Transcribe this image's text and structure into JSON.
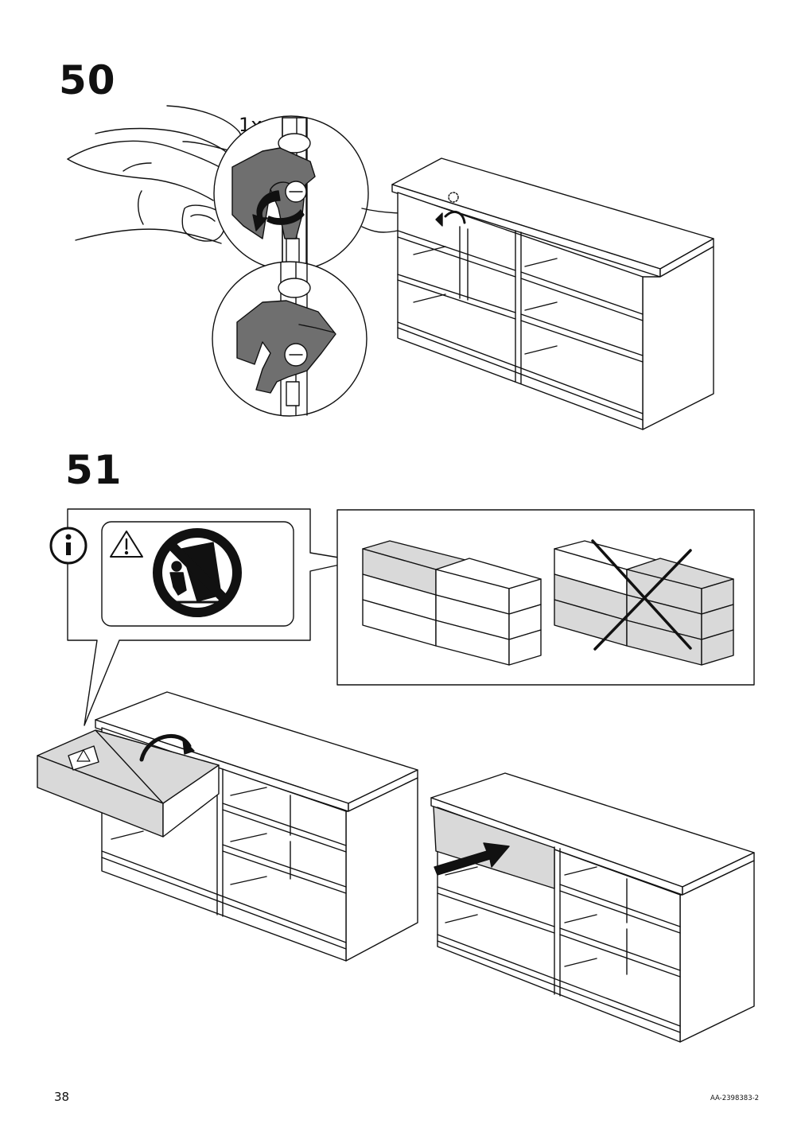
{
  "steps": [
    {
      "number": "50",
      "quantity": "1x"
    },
    {
      "number": "51"
    }
  ],
  "footer": {
    "page_number": "38",
    "document_code": "AA-2398383-2"
  },
  "icons": {
    "info": "info-circle-icon",
    "warning": "warning-triangle-icon",
    "prohibition": "no-climbing-tipover-icon",
    "wrong": "x-mark-icon"
  },
  "colors": {
    "line": "#111111",
    "fill_gray": "#d9d9d9",
    "dark_part": "#6f6f6f"
  }
}
